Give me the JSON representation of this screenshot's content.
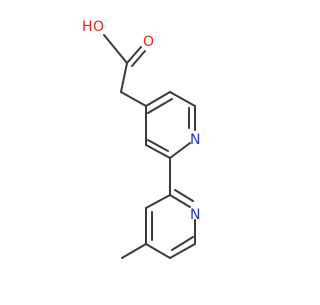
{
  "molecule": {
    "atoms": {
      "o_hydroxyl": {
        "element": "O",
        "hydrogen": "H"
      },
      "o_carbonyl": {
        "element": "O"
      },
      "n_ring1": {
        "element": "N"
      },
      "n_ring2": {
        "element": "N"
      }
    }
  },
  "colors": {
    "bond": "#3a3a3a",
    "oxygen": "#e8261e",
    "nitrogen": "#2431e2"
  }
}
